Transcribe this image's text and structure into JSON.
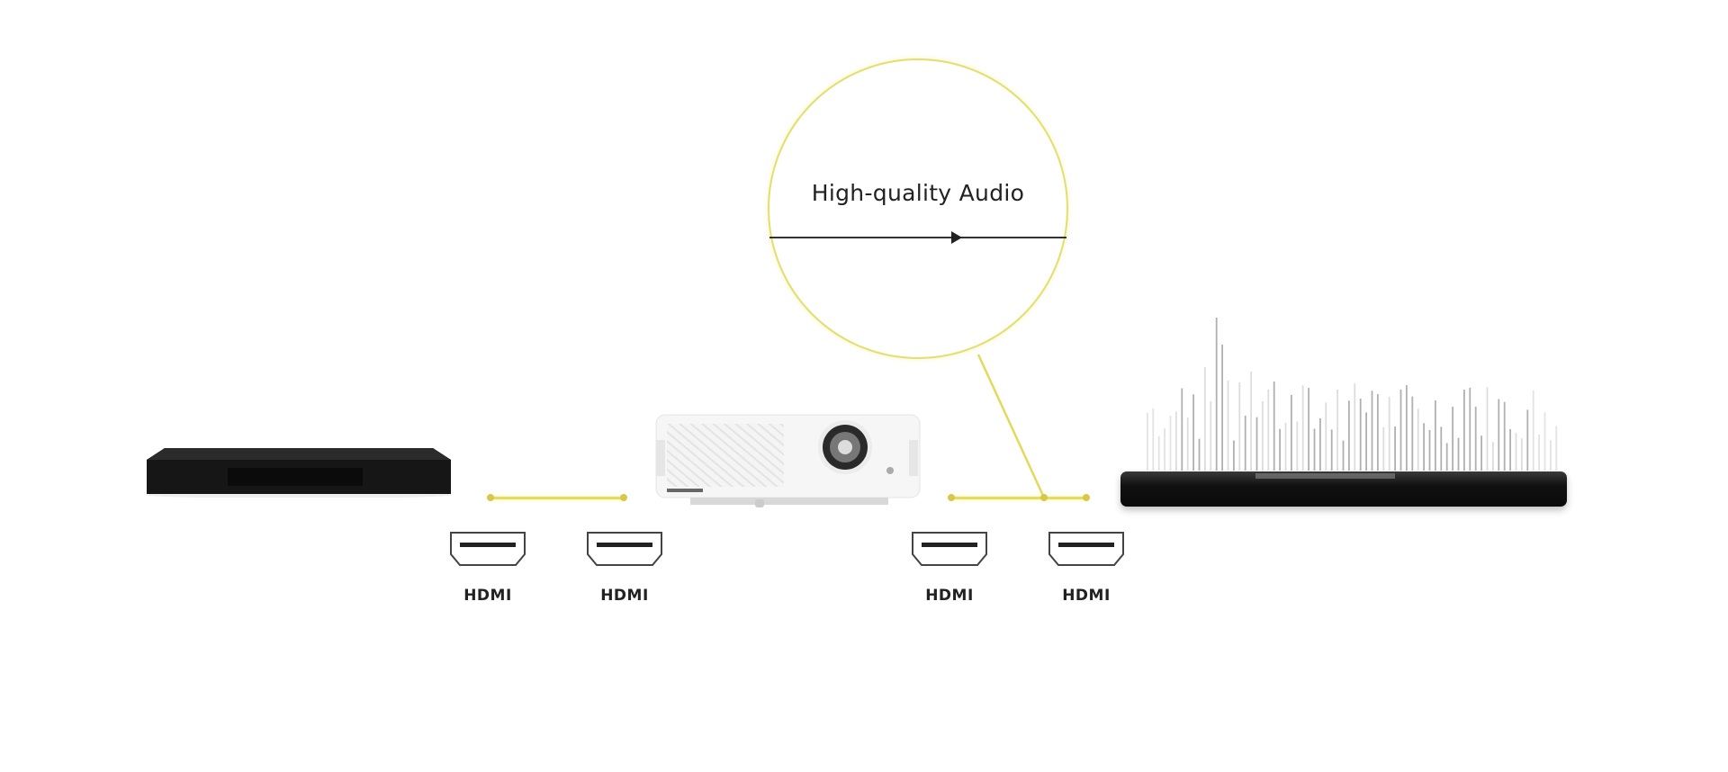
{
  "callout": {
    "label": "High-quality Audio"
  },
  "ports": [
    {
      "label": "HDMI"
    },
    {
      "label": "HDMI"
    },
    {
      "label": "HDMI"
    },
    {
      "label": "HDMI"
    }
  ],
  "colors": {
    "accent": "#e3df6a",
    "device_dark": "#151515",
    "text": "#222222"
  }
}
